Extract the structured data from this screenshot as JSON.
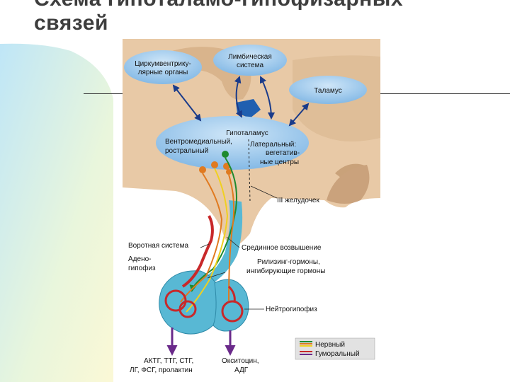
{
  "slide": {
    "title_line1": "Схема гипоталамо-гипофизарных",
    "title_line2": "связей"
  },
  "labels": {
    "circumventricular_1": "Циркумвентрику-",
    "circumventricular_2": "лярные органы",
    "limbic_1": "Лимбическая",
    "limbic_2": "система",
    "thalamus": "Таламус",
    "hypothalamus": "Гипоталамус",
    "ventromedial_1": "Вентромедиальный,",
    "ventromedial_2": "ростральный",
    "lateral_1": "Латеральный:",
    "lateral_2": "вегетатив-",
    "lateral_3": "ные центры",
    "third_ventricle": "III желудочек",
    "portal_system": "Воротная система",
    "median_eminence": "Срединное возвышение",
    "adeno_1": "Адено-",
    "adeno_2": "гипофиз",
    "releasing_1": "Рилизинг-гормоны,",
    "releasing_2": "ингибирующие гормоны",
    "neurohypophysis": "Нейтрогипофиз",
    "anterior_out_1": "АКТГ, ТТГ, СТГ,",
    "anterior_out_2": "ЛГ, ФСГ, пролактин",
    "posterior_out_1": "Окситоцин,",
    "posterior_out_2": "АДГ"
  },
  "legend": {
    "nervous": "Нервный",
    "humoral": "Гуморальный"
  },
  "colors": {
    "brain_tissue": "#e8c9a6",
    "bubble": "#8fc4ea",
    "gland": "#58b8d4",
    "vessel": "#c8282a",
    "nerve_green": "#1e8a2e",
    "nerve_orange": "#e07a20",
    "nerve_yellow": "#f0d020",
    "humoral_purple": "#6a2a8a"
  }
}
